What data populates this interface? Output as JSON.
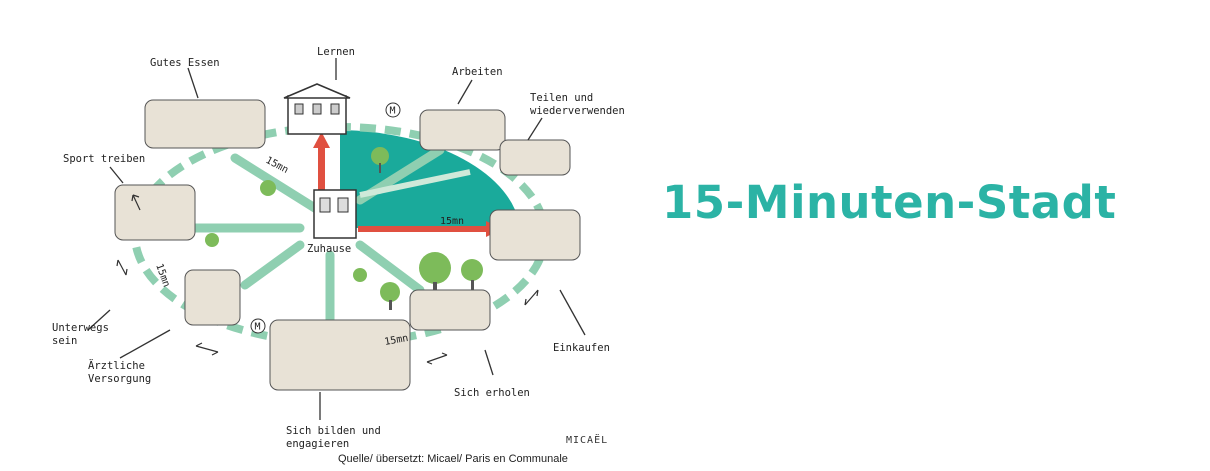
{
  "title": "15-Minuten-Stadt",
  "caption": "Quelle/ übersetzt:  Micael/ Paris en Communale",
  "signature": "MICAËL",
  "center_label": "Zuhause",
  "time_labels": [
    "15mn",
    "15mn",
    "15mn",
    "15mn"
  ],
  "activities": {
    "lernen": "Lernen",
    "gutes_essen": "Gutes Essen",
    "arbeiten": "Arbeiten",
    "teilen_1": "Teilen und",
    "teilen_2": "wiederverwenden",
    "sport": "Sport treiben",
    "unterwegs_1": "Unterwegs",
    "unterwegs_2": "sein",
    "aerztliche_1": "Ärztliche",
    "aerztliche_2": "Versorgung",
    "einkaufen": "Einkaufen",
    "erholen": "Sich erholen",
    "bilden_1": "Sich bilden und",
    "bilden_2": "engagieren"
  },
  "colors": {
    "accent": "#2bb3a5",
    "sector": "#1aaa9b",
    "path": "#8fcfb1",
    "arrow": "#e05040"
  }
}
